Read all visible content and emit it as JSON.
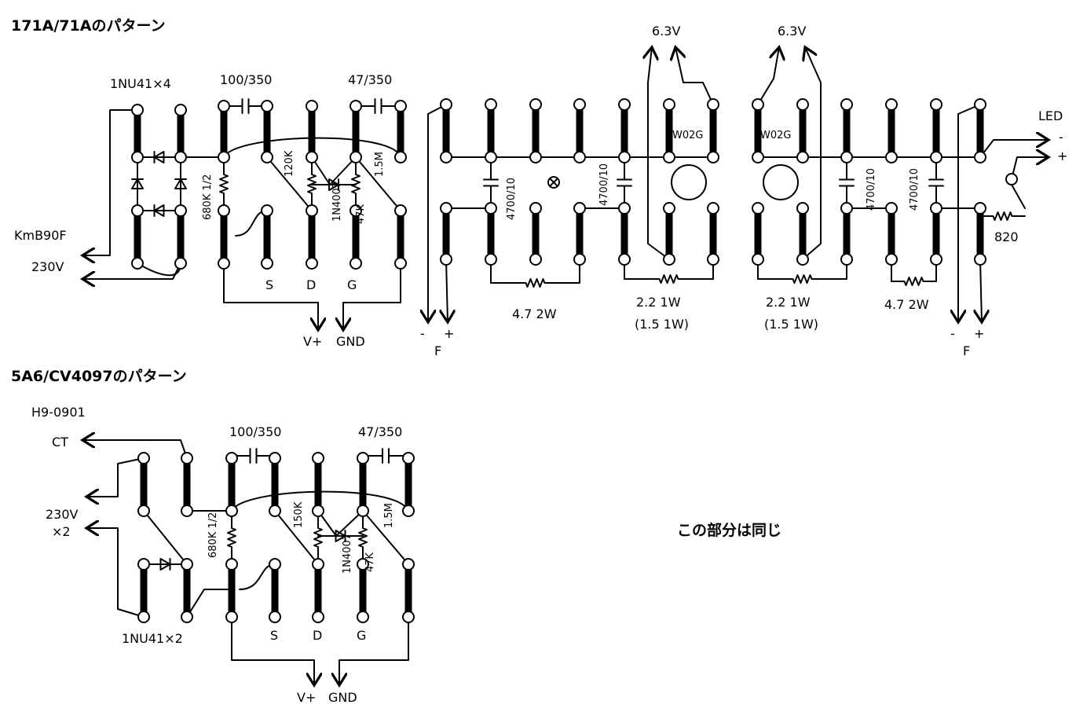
{
  "titles": {
    "top": "171A/71Aのパターン",
    "bottom": "5A6/CV4097のパターン",
    "note": "この部分は同じ"
  },
  "top_left": {
    "rectifier": "1NU41×4",
    "cap1": "100/350",
    "cap2": "47/350",
    "transformer": "KmB90F",
    "ac_in": "230V",
    "r1": "680K 1/2",
    "r2": "120K",
    "diode": "1N4007",
    "r3": "47K",
    "r4": "1.5M",
    "pins": [
      "S",
      "D",
      "G"
    ],
    "out_vplus": "V+",
    "out_gnd": "GND"
  },
  "heater_left": {
    "cap_a": "4700/10",
    "cap_b": "4700/10",
    "bridge": "W02G",
    "supply": "6.3V",
    "res_a": "4.7 2W",
    "res_b": "2.2 1W",
    "res_b_alt": "(1.5 1W)",
    "out_minus": "-",
    "out_plus": "+",
    "out_label": "F"
  },
  "heater_right": {
    "supply": "6.3V",
    "bridge": "W02G",
    "cap_a": "4700/10",
    "cap_b": "4700/10",
    "led": "LED",
    "led_minus": "-",
    "led_plus": "+",
    "led_res": "820",
    "res_a": "2.2 1W",
    "res_a_alt": "(1.5 1W)",
    "res_b": "4.7 2W",
    "out_minus": "-",
    "out_plus": "+",
    "out_label": "F"
  },
  "bottom_left": {
    "transformer": "H9-0901",
    "ct": "CT",
    "ac_in": "230V",
    "ac_mult": "×2",
    "rectifier": "1NU41×2",
    "cap1": "100/350",
    "cap2": "47/350",
    "r1": "680K 1/2",
    "r2": "150K",
    "diode": "1N4007",
    "r3": "47K",
    "r4": "1.5M",
    "pins": [
      "S",
      "D",
      "G"
    ],
    "out_vplus": "V+",
    "out_gnd": "GND"
  }
}
